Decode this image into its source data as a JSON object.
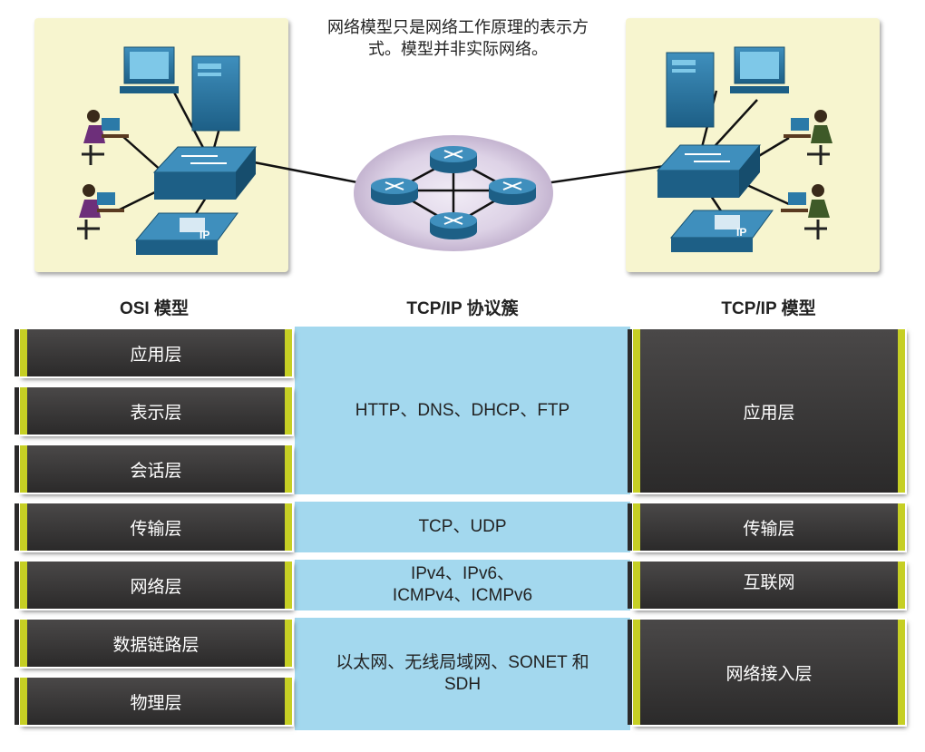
{
  "caption": "网络模型只是网络工作原理的表示方式。模型并非实际网络。",
  "caption_lines": [
    "网络模型只是网络工作原理的表示方",
    "式。模型并非实际网络。"
  ],
  "columns": {
    "osi": "OSI 模型",
    "suite": "TCP/IP 协议簇",
    "tcpip": "TCP/IP 模型"
  },
  "osi_layers": [
    "应用层",
    "表示层",
    "会话层",
    "传输层",
    "网络层",
    "数据链路层",
    "物理层"
  ],
  "protocols": {
    "upper": "HTTP、DNS、DHCP、FTP",
    "transport": "TCP、UDP",
    "network_line1": "IPv4、IPv6、",
    "network_line2": "ICMPv4、ICMPv6",
    "access_line1": "以太网、无线局域网、SONET 和",
    "access_line2": "SDH"
  },
  "tcpip_layers": {
    "application": "应用层",
    "transport": "传输层",
    "internet": "互联网",
    "access": "网络接入层"
  },
  "phone_label": "IP",
  "colors": {
    "panel": "#f7f5cf",
    "bar_dark": "#3a3939",
    "bar_accent": "#c6cf24",
    "protocol_band": "#a3d8ee",
    "device_blue": "#2b7aa8"
  }
}
